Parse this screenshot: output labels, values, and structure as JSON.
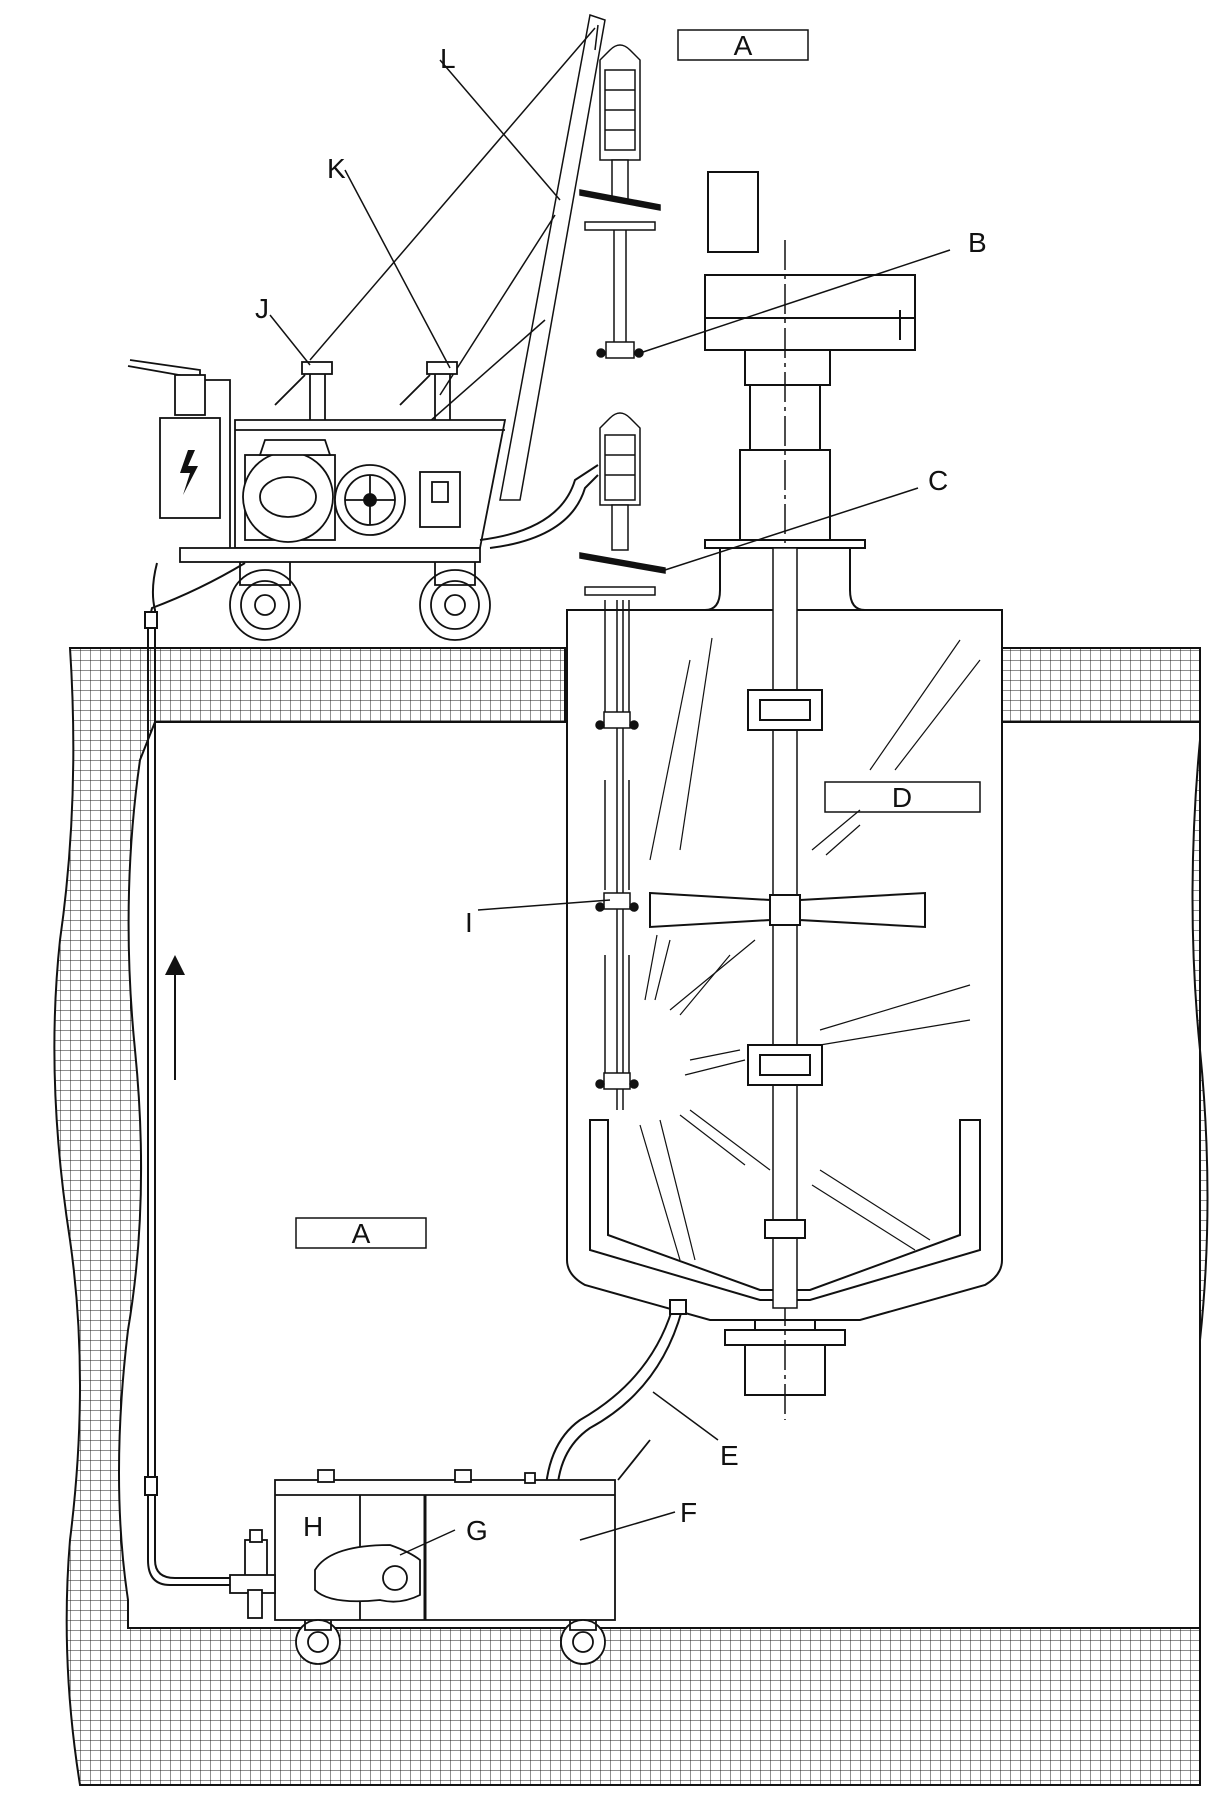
{
  "diagram": {
    "labels": {
      "A_top": "A",
      "A_bottom": "A",
      "B": "B",
      "C": "C",
      "D": "D",
      "E": "E",
      "F": "F",
      "G": "G",
      "H": "H",
      "I": "I",
      "J": "J",
      "K": "K",
      "L": "L"
    },
    "icons": {
      "electric_hazard": "lightning-bolt-icon",
      "flow_direction": "arrow-up-icon"
    },
    "colors": {
      "line": "#111111",
      "grid": "#222222",
      "background": "#ffffff"
    }
  }
}
